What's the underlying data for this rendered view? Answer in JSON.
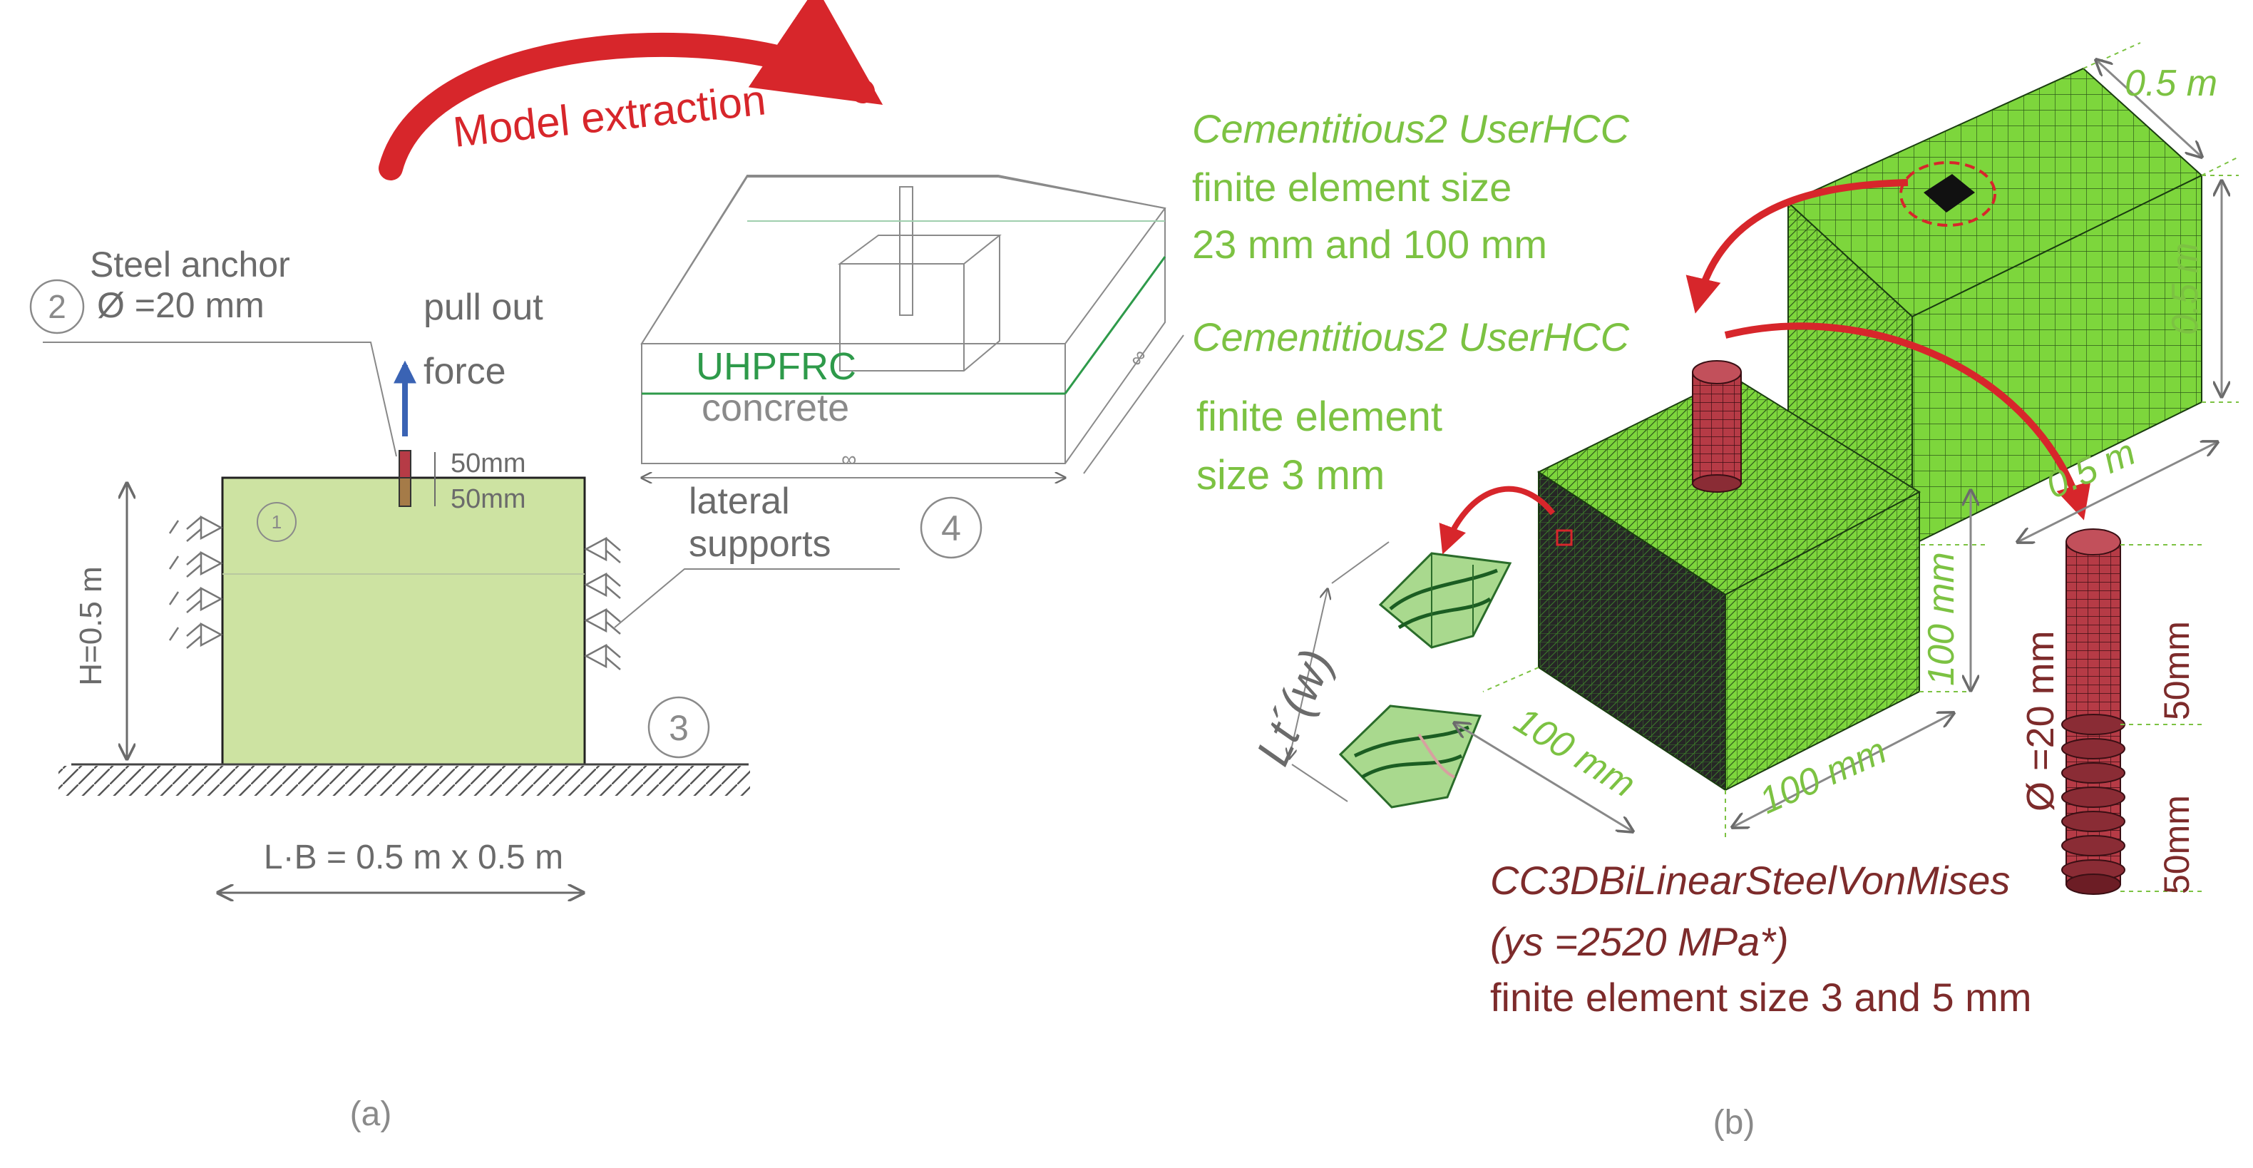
{
  "colors": {
    "green_text": "#7cc242",
    "dark_red_text": "#7d2b2b",
    "gray_text": "#6b6b6b",
    "red_arrow": "#d7262b",
    "concrete_fill": "#cde3a2",
    "mesh_green": "#7dd63c",
    "mesh_dark": "#262626",
    "steel_red": "#b63b46",
    "uhpfrc_green": "#2e9a4a",
    "force_blue": "#3a63b4"
  },
  "panel_a": {
    "caption": "(a)",
    "label_1": "1",
    "label_2": "2",
    "label_3": "3",
    "label_4": "4",
    "steel_anchor_line1": "Steel anchor",
    "steel_anchor_line2": "Ø =20 mm",
    "pullout_line1": "pull out",
    "pullout_line2": "force",
    "dim_50_top": "50mm",
    "dim_50_bottom": "50mm",
    "height": "H=0.5 m",
    "base": "L·B = 0.5 m x 0.5 m",
    "lateral_line1": "lateral",
    "lateral_line2": "supports",
    "uhpfrc": "UHPFRC",
    "concrete": "concrete",
    "infinity_bottom": "∞",
    "infinity_side": "∞",
    "model_extraction": "Model extraction"
  },
  "panel_b": {
    "caption": "(b)",
    "top_material": "Cementitious2 UserHCC",
    "top_size_line1": "finite element size",
    "top_size_line2": "23 mm and 100 mm",
    "mid_material": "Cementitious2 UserHCC",
    "mid_size_line1": "finite element",
    "mid_size_line2": "size 3 mm",
    "dim_big_top": "0.5 m",
    "dim_big_side": "0.5 m",
    "dim_big_bottom": "0.5 m",
    "dim_small_left": "100 mm",
    "dim_small_right": "100 mm",
    "dim_small_height": "100 mm",
    "lt_label": "Lt´(w)",
    "rebar_dia": "Ø =20 mm",
    "rebar_50_top": "50mm",
    "rebar_50_bottom": "50mm",
    "steel_material": "CC3DBiLinearSteelVonMises",
    "steel_yield": "(ys =2520 MPa*)",
    "steel_size": "finite element size 3 and 5 mm"
  }
}
